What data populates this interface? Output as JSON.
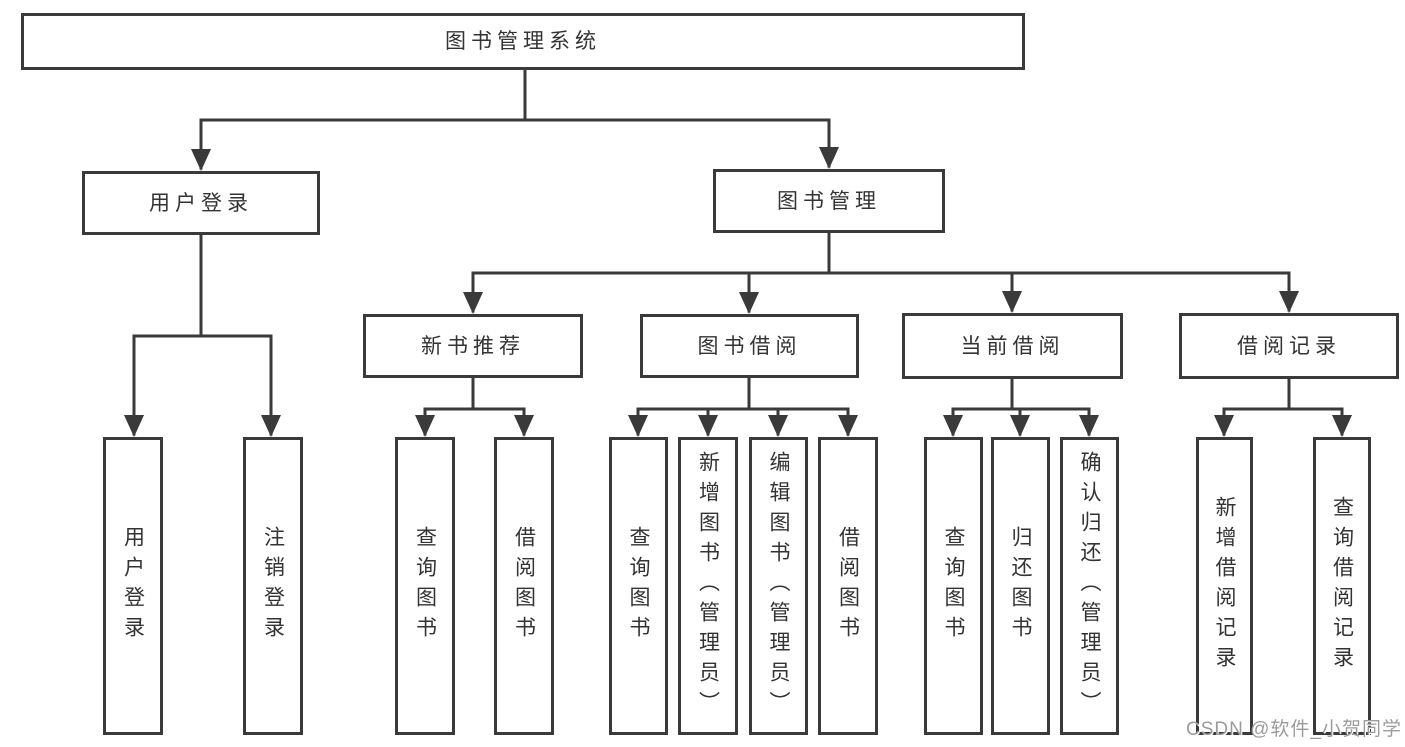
{
  "tree": {
    "root": {
      "label": "图书管理系统"
    },
    "children": [
      {
        "label": "用户登录",
        "children": [
          {
            "label": "用户登录"
          },
          {
            "label": "注销登录"
          }
        ]
      },
      {
        "label": "图书管理",
        "children": [
          {
            "label": "新书推荐",
            "children": [
              {
                "label": "查询图书"
              },
              {
                "label": "借阅图书"
              }
            ]
          },
          {
            "label": "图书借阅",
            "children": [
              {
                "label": "查询图书"
              },
              {
                "label": "新增图书（管理员）"
              },
              {
                "label": "编辑图书（管理员）"
              },
              {
                "label": "借阅图书"
              }
            ]
          },
          {
            "label": "当前借阅",
            "children": [
              {
                "label": "查询图书"
              },
              {
                "label": "归还图书"
              },
              {
                "label": "确认归还（管理员）"
              }
            ]
          },
          {
            "label": "借阅记录",
            "children": [
              {
                "label": "新增借阅记录"
              },
              {
                "label": "查询借阅记录"
              }
            ]
          }
        ]
      }
    ]
  },
  "watermark": {
    "text": "CSDN @软件_小贺同学"
  },
  "colors": {
    "line": "#3a3a3a",
    "text": "#333333",
    "watermark": "#9c9c9c",
    "background": "#ffffff"
  }
}
